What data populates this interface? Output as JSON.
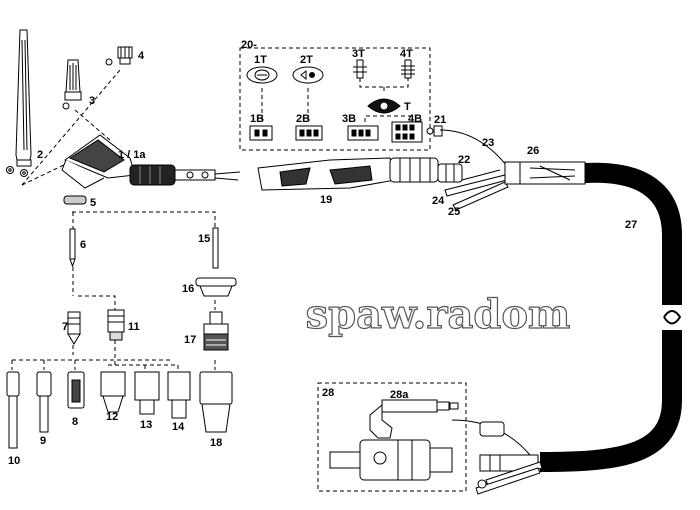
{
  "diagram": {
    "watermark": "spaw.radom",
    "part_labels": {
      "p1": "1 / 1a",
      "p2": "2",
      "p3": "3",
      "p4": "4",
      "p5": "5",
      "p6": "6",
      "p7": "7",
      "p8": "8",
      "p9": "9",
      "p10": "10",
      "p11": "11",
      "p12": "12",
      "p13": "13",
      "p14": "14",
      "p15": "15",
      "p16": "16",
      "p17": "17",
      "p18": "18",
      "p19": "19",
      "p20": "20-",
      "p21": "21",
      "p22": "22",
      "p23": "23",
      "p24": "24",
      "p25": "25",
      "p26": "26",
      "p27": "27",
      "p28": "28",
      "p28a": "28a"
    },
    "switch_labels": {
      "t1": "1T",
      "t2": "2T",
      "t3": "3T",
      "t4": "4T",
      "t": "T",
      "b1": "1B",
      "b2": "2B",
      "b3": "3B",
      "b4": "4B"
    }
  }
}
